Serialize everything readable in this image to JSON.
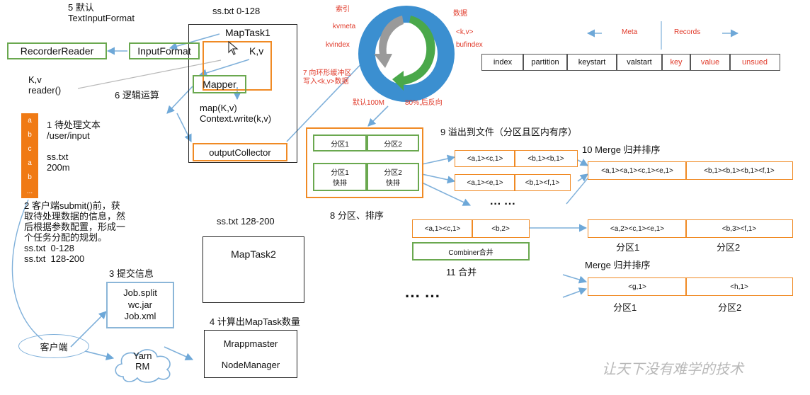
{
  "step5": "5 默认\nTextInputFormat",
  "input_file": "ss.txt 0-128",
  "maptask1": "MapTask1",
  "kv_label": "K,v",
  "recorder_reader": "RecorderReader",
  "input_format": "InputFormat",
  "reader_call": "K,v\nreader()",
  "mapper": "Mapper",
  "step6": "6 逻辑运算",
  "map_code": "map(K,v)\nContext.write(k,v)",
  "output_collector": "outputCollector",
  "file_cells": [
    "a",
    "b",
    "c",
    "a",
    "b",
    "..."
  ],
  "step1": "1 待处理文本\n/user/input\n\nss.txt\n200m",
  "step2": "2 客户端submit()前，获\n取待处理数据的信息，然\n后根据参数配置，形成一\n个任务分配的规划。\nss.txt  0-128\nss.txt  128-200",
  "step3": "3 提交信息",
  "job_files": "Job.split\nwc.jar\nJob.xml",
  "client": "客户端",
  "yarn": "Yarn\nRM",
  "step4": "4 计算出MapTask数量",
  "mrappmaster": "Mrappmaster\n\nNodeManager",
  "ss2_label": "ss.txt 128-200",
  "maptask2": "MapTask2",
  "ring": {
    "index_label": "索引",
    "kvmeta": "kvmeta",
    "kvindex": "kvindex",
    "data_label": "数据",
    "kv": "<k,v>",
    "bufindex": "bufindex",
    "step7": "7 向环形缓冲区\n写入<k,v>数据",
    "default_size": "默认100M",
    "reverse": "80%,后反向"
  },
  "meta_label": "Meta",
  "records_label": "Records",
  "meta_fields": [
    "index",
    "partition",
    "keystart",
    "valstart",
    "key",
    "value",
    "unsued"
  ],
  "partition_group": {
    "p1": "分区1",
    "p2": "分区2",
    "p1_sort": "分区1\n快排",
    "p2_sort": "分区2\n快排"
  },
  "step8": "8 分区、排序",
  "step9": "9 溢出到文件（分区且区内有序）",
  "spill_rows": [
    [
      "<a,1><c,1>",
      "<b,1><b,1>"
    ],
    [
      "<a,1><e,1>",
      "<b,1><f,1>"
    ]
  ],
  "dots_small": "···  ···",
  "step10": "10 Merge 归并排序",
  "merged": [
    "<a,1><a,1><c,1><e,1>",
    "<b,1><b,1><b,1><f,1>"
  ],
  "combiner_in": [
    "<a,1><c,1>",
    "<b,2>"
  ],
  "combiner": "Combiner合并",
  "step11": "11 合并",
  "combined_out": [
    "<a,2><c,1><e,1>",
    "<b,3><f,1>"
  ],
  "combined_parts": [
    "分区1",
    "分区2"
  ],
  "merge2_label": "Merge 归并排序",
  "merge2_cells": [
    "<g,1>",
    "<h,1>"
  ],
  "merge2_parts": [
    "分区1",
    "分区2"
  ],
  "dots_big": "···   ···",
  "watermark": "让天下没有难学的技术"
}
